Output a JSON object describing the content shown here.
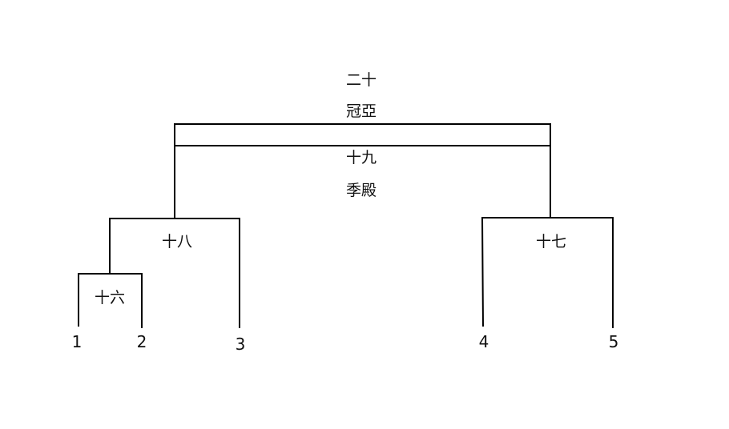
{
  "bracket": {
    "labels": {
      "final_number": "二十",
      "final_name": "冠亞",
      "third_number": "十九",
      "third_name": "季殿",
      "semi_left": "十八",
      "semi_right": "十七",
      "first_round": "十六"
    },
    "seeds": [
      "1",
      "2",
      "3",
      "4",
      "5"
    ]
  }
}
